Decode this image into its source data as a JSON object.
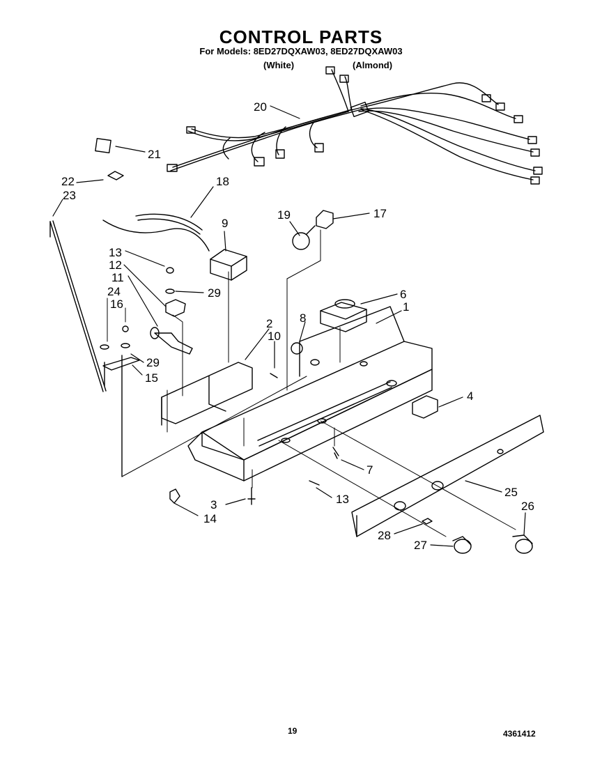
{
  "header": {
    "title": "CONTROL PARTS",
    "models": "For Models: 8ED27DQXAW03, 8ED27DQXAW03",
    "variant_white": "(White)",
    "variant_almond": "(Almond)"
  },
  "callouts": [
    "1",
    "2",
    "3",
    "4",
    "6",
    "7",
    "8",
    "9",
    "10",
    "11",
    "12",
    "13",
    "13",
    "14",
    "15",
    "16",
    "17",
    "18",
    "19",
    "20",
    "21",
    "22",
    "23",
    "24",
    "25",
    "26",
    "27",
    "28",
    "29",
    "29"
  ],
  "footer": {
    "page_number": "19",
    "part_number": "4361412"
  }
}
